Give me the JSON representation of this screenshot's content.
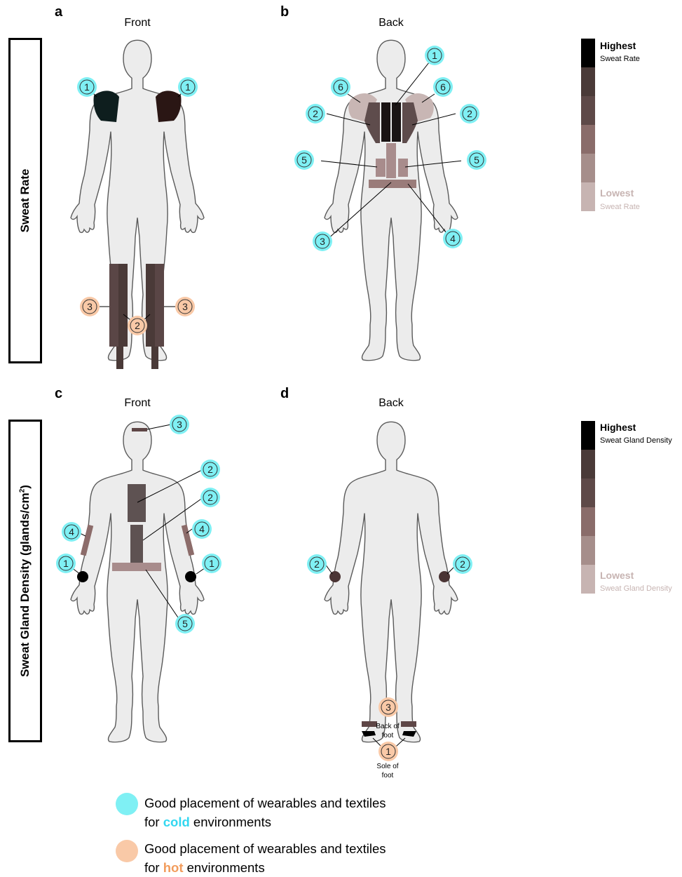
{
  "panels": [
    {
      "letter": "a",
      "view": "Front"
    },
    {
      "letter": "b",
      "view": "Back"
    },
    {
      "letter": "c",
      "view": "Front"
    },
    {
      "letter": "d",
      "view": "Back"
    }
  ],
  "row_labels": {
    "top": "Sweat Rate",
    "bottom_main": "Sweat Gland Density (glands/cm",
    "bottom_sup": "2",
    "bottom_close": ")"
  },
  "scales": {
    "top": {
      "high": "Highest",
      "high_sub": "Sweat Rate",
      "low": "Lowest",
      "low_sub": "Sweat Rate"
    },
    "bottom": {
      "high": "Highest",
      "high_sub": "Sweat Gland Density",
      "low": "Lowest",
      "low_sub": "Sweat Gland Density"
    },
    "colors": [
      "#000000",
      "#4a3a38",
      "#5e4948",
      "#8a6c6a",
      "#a68e8b",
      "#c7b4b2"
    ]
  },
  "markers": {
    "a": [
      "1",
      "1",
      "3",
      "2",
      "3"
    ],
    "b": [
      "1",
      "6",
      "6",
      "2",
      "2",
      "5",
      "5",
      "3",
      "4"
    ],
    "c": [
      "3",
      "2",
      "2",
      "4",
      "4",
      "1",
      "1",
      "5"
    ],
    "d": [
      "2",
      "2",
      "3",
      "1"
    ]
  },
  "foot_labels": {
    "back_1": "Back of",
    "back_2": "foot",
    "sole_1": "Sole of",
    "sole_2": "foot"
  },
  "legend": {
    "cold_line1": "Good placement of wearables and textiles",
    "cold_pre": "for ",
    "cold_word": "cold",
    "cold_post": " environments",
    "hot_line1": "Good placement of wearables and textiles",
    "hot_pre": "for ",
    "hot_word": "hot",
    "hot_post": " environments",
    "cold_color": "#7ff0f4",
    "cold_text_color": "#33d7f0",
    "hot_color": "#f9c9a7",
    "hot_text_color": "#f29c5c"
  }
}
